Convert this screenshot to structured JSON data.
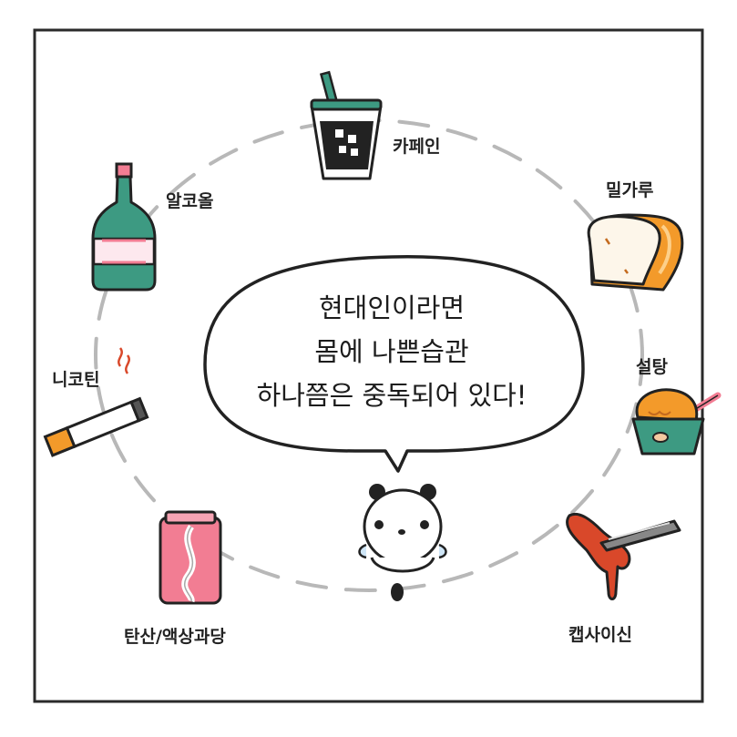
{
  "speech_bubble": {
    "lines": [
      "현대인이라면",
      "몸에 나쁜습관",
      "하나쯤은 중독되어 있다!"
    ]
  },
  "addictions": [
    {
      "label": "카페인",
      "icon": "coffee-cup-icon"
    },
    {
      "label": "밀가루",
      "icon": "bread-icon"
    },
    {
      "label": "설탕",
      "icon": "ice-cream-icon"
    },
    {
      "label": "캡사이신",
      "icon": "hot-sauce-tongs-icon"
    },
    {
      "label": "탄산/액상과당",
      "icon": "soda-can-icon"
    },
    {
      "label": "니코틴",
      "icon": "cigarette-icon"
    },
    {
      "label": "알코올",
      "icon": "soju-bottle-icon"
    }
  ],
  "character": {
    "icon": "panda-icon"
  },
  "colors": {
    "outline": "#222222",
    "dash_circle": "#b5b5b5",
    "teal": "#3d9a82",
    "orange": "#f39a2a",
    "pink": "#f27d93",
    "red_sauce": "#d9482a"
  }
}
